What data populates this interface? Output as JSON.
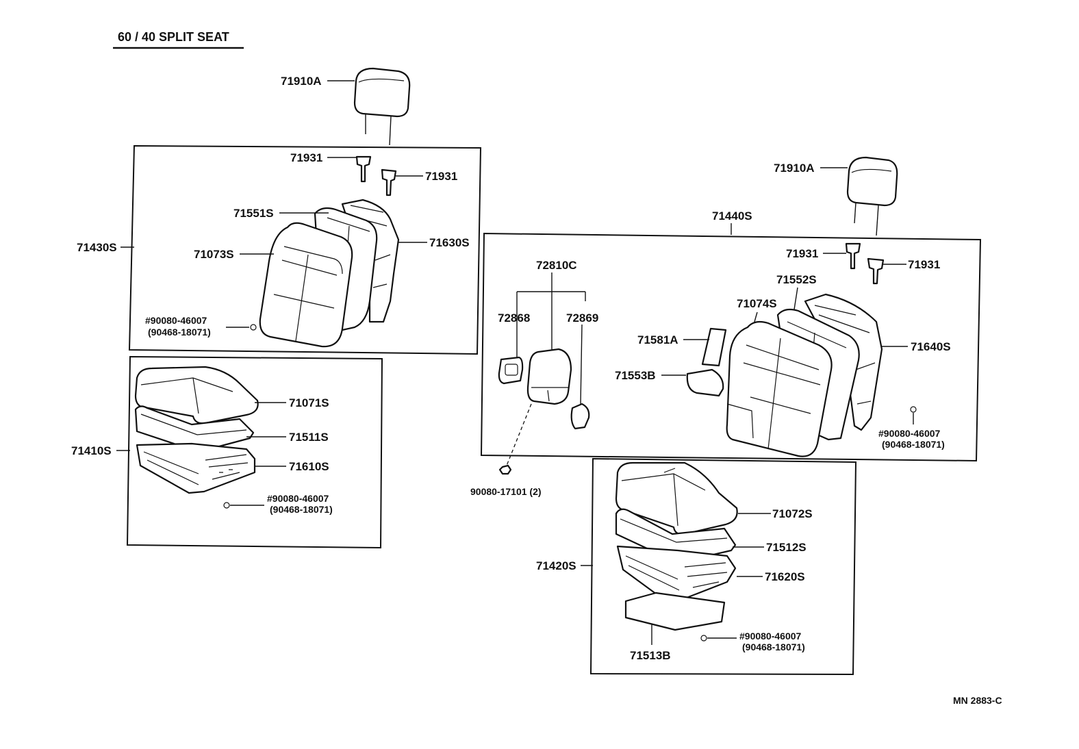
{
  "title": "60 / 40  SPLIT  SEAT",
  "drawing_code": "MN  2883-C",
  "labels": {
    "headrest_left": "71910A",
    "headrest_right": "71910A",
    "support_l1": "71931",
    "support_l2": "71931",
    "support_r1": "71931",
    "support_r2": "71931",
    "back_pad_l": "71551S",
    "back_assy_l": "71430S",
    "back_cover_l": "71073S",
    "back_frame_l": "71630S",
    "hog_ring_l1": "#90080-46007",
    "hog_ring_l1_alt": "(90468-18071)",
    "cushion_cover_l": "71071S",
    "cushion_pad_l": "71511S",
    "cushion_assy_l": "71410S",
    "cushion_frame_l": "71610S",
    "hog_ring_l2": "#90080-46007",
    "hog_ring_l2_alt": "(90468-18071)",
    "back_assy_r": "71440S",
    "armrest_assy": "72810C",
    "armrest_part_a": "72868",
    "armrest_part_b": "72869",
    "armrest_bolt": "90080-17101 (2)",
    "back_pad_r": "71552S",
    "back_cover_r": "71074S",
    "pad_581": "71581A",
    "pad_553": "71553B",
    "back_frame_r": "71640S",
    "hog_ring_r1": "#90080-46007",
    "hog_ring_r1_alt": "(90468-18071)",
    "cushion_cover_r": "71072S",
    "cushion_pad_r": "71512S",
    "cushion_assy_r": "71420S",
    "cushion_frame_r": "71620S",
    "hog_ring_r2": "#90080-46007",
    "hog_ring_r2_alt": "(90468-18071)",
    "mat": "71513B"
  }
}
